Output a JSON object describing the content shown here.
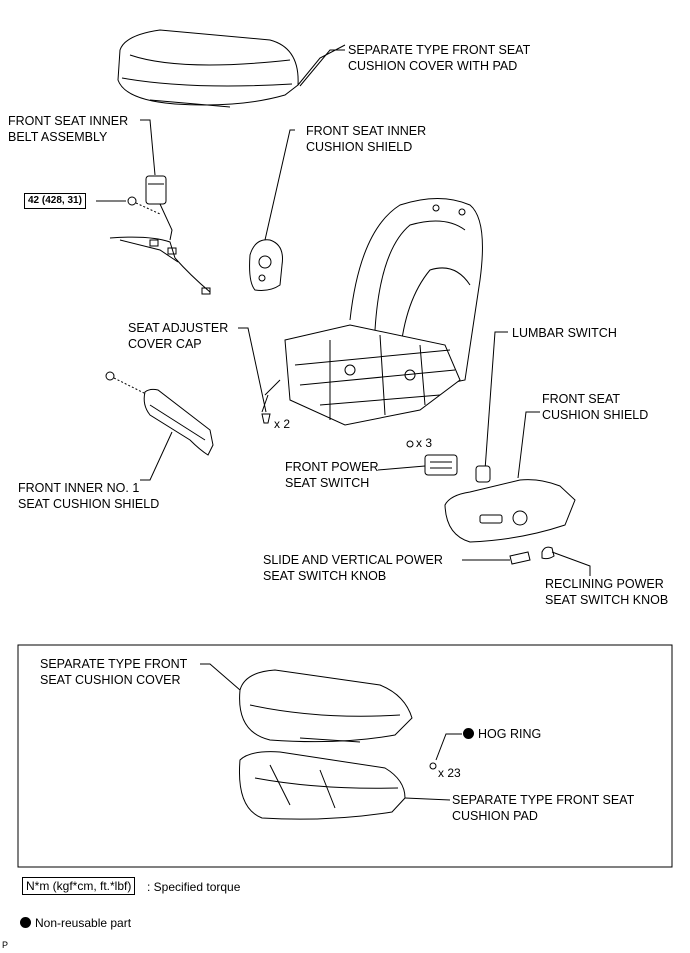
{
  "labels": {
    "cushion_cover_with_pad": "SEPARATE TYPE FRONT SEAT\nCUSHION COVER WITH PAD",
    "inner_belt": "FRONT SEAT INNER\nBELT ASSEMBLY",
    "inner_cushion_shield": "FRONT SEAT INNER\nCUSHION SHIELD",
    "torque": "42 (428, 31)",
    "adjuster_cap": "SEAT ADJUSTER\nCOVER CAP",
    "adjuster_qty": "x 2",
    "lumbar_switch": "LUMBAR SWITCH",
    "front_cushion_shield": "FRONT SEAT\nCUSHION SHIELD",
    "inner_no1_shield": "FRONT INNER NO. 1\nSEAT CUSHION SHIELD",
    "power_switch_qty": "x 3",
    "power_switch": "FRONT POWER\nSEAT SWITCH",
    "slide_knob": "SLIDE AND VERTICAL POWER\nSEAT SWITCH KNOB",
    "reclining_knob": "RECLINING POWER\nSEAT SWITCH KNOB",
    "inset_cover": "SEPARATE TYPE FRONT\nSEAT CUSHION COVER",
    "hog_ring": "HOG RING",
    "hog_ring_qty": "x 23",
    "inset_pad": "SEPARATE TYPE FRONT SEAT\nCUSHION PAD"
  },
  "legend": {
    "torque_unit": "N*m (kgf*cm, ft.*lbf)",
    "torque_text": ": Specified torque",
    "nonreusable_text": "Non-reusable part",
    "corner": "P"
  }
}
